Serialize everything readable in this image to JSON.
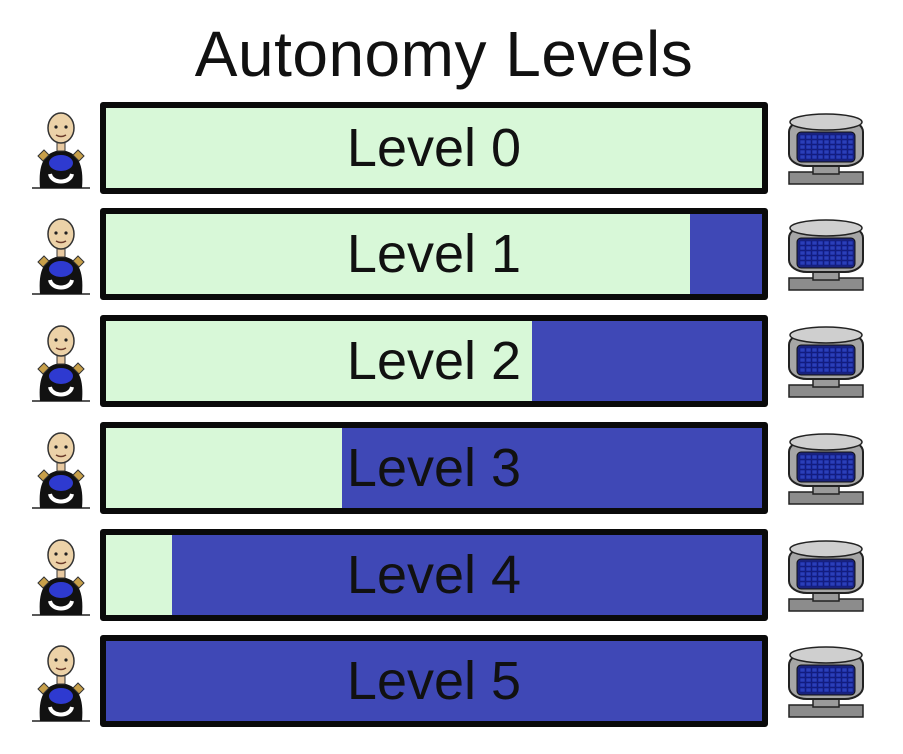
{
  "title": "Autonomy Levels",
  "colors": {
    "human_control": "#d8f8d8",
    "machine_control": "#3f48b6",
    "border": "#0a0a0a"
  },
  "levels": [
    {
      "label": "Level 0",
      "automation_fraction": 0.0
    },
    {
      "label": "Level 1",
      "automation_fraction": 0.11
    },
    {
      "label": "Level 2",
      "automation_fraction": 0.35
    },
    {
      "label": "Level 3",
      "automation_fraction": 0.64
    },
    {
      "label": "Level 4",
      "automation_fraction": 0.9
    },
    {
      "label": "Level 5",
      "automation_fraction": 1.0
    }
  ],
  "icons": {
    "left": "driver-icon",
    "right": "computer-icon"
  }
}
